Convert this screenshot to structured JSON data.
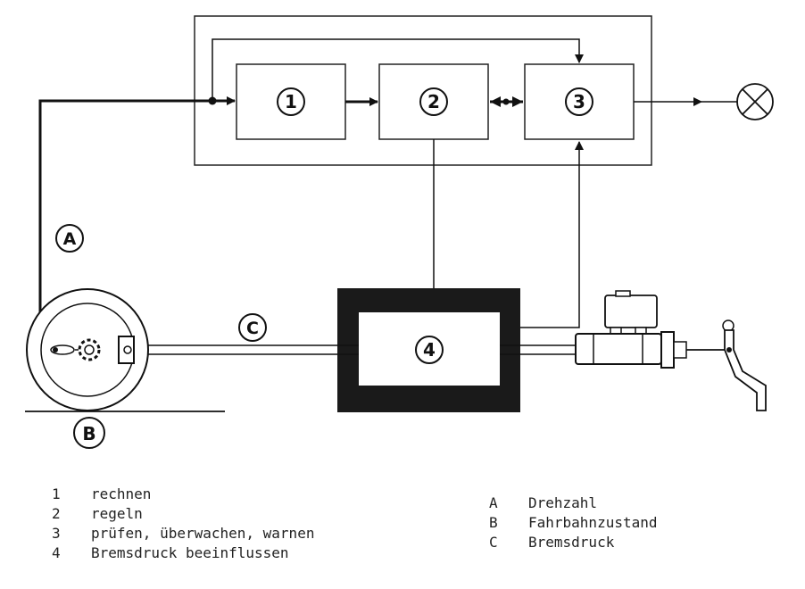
{
  "blocks": [
    {
      "id": "1"
    },
    {
      "id": "2"
    },
    {
      "id": "3"
    },
    {
      "id": "4"
    }
  ],
  "signals": [
    {
      "id": "A"
    },
    {
      "id": "B"
    },
    {
      "id": "C"
    }
  ],
  "legend_numbers": [
    {
      "key": "1",
      "text": "rechnen"
    },
    {
      "key": "2",
      "text": "regeln"
    },
    {
      "key": "3",
      "text": "prüfen, überwachen, warnen"
    },
    {
      "key": "4",
      "text": "Bremsdruck beeinflussen"
    }
  ],
  "legend_letters": [
    {
      "key": "A",
      "text": "Drehzahl"
    },
    {
      "key": "B",
      "text": "Fahrbahnzustand"
    },
    {
      "key": "C",
      "text": "Bremsdruck"
    }
  ]
}
